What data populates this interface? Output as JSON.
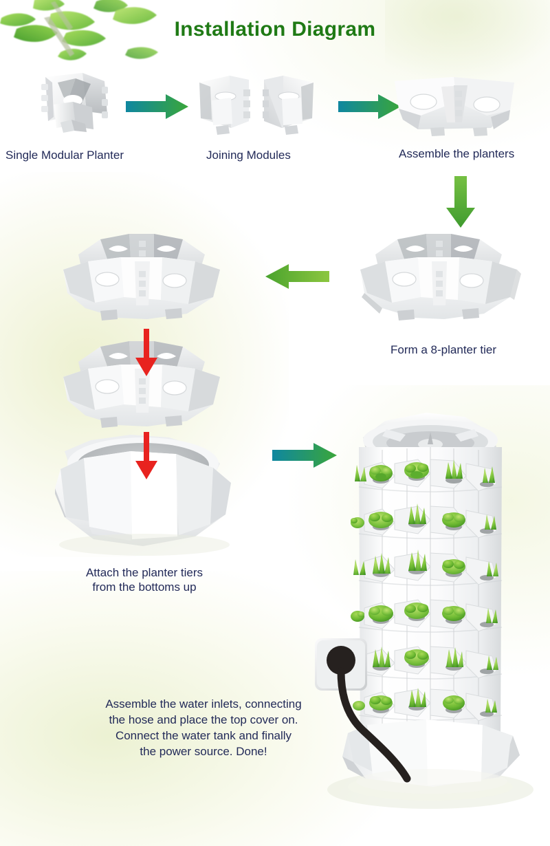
{
  "page": {
    "title": "Installation Diagram",
    "title_color": "#1f7a15",
    "text_color": "#222a58",
    "background_color": "#ffffff",
    "background_tint_color": "#eef2ce"
  },
  "steps": [
    {
      "id": "step-1",
      "label": "Single Modular Planter",
      "image": "single-modular-planter"
    },
    {
      "id": "step-2",
      "label": "Joining Modules",
      "image": "two-modules-joining"
    },
    {
      "id": "step-3",
      "label": "Assemble the planters",
      "image": "assembled-planter-pair"
    },
    {
      "id": "step-4",
      "label": "Form a 8-planter tier",
      "image": "eight-planter-tier-ring"
    },
    {
      "id": "step-5",
      "label": "Attach the planter tiers\nfrom the bottoms up",
      "line1": "Attach the planter tiers",
      "line2": "from the bottoms up",
      "image": "stacked-tiers-with-base"
    },
    {
      "id": "step-6",
      "line1": "Assemble the water inlets, connecting",
      "line2": "the hose and place the top cover on.",
      "line3": "Connect the water tank and finally",
      "line4": "the power source. Done!",
      "image": "finished-tower-with-plants"
    }
  ],
  "arrows": [
    {
      "id": "arrow-1",
      "direction": "right",
      "color_from": "#0f87a0",
      "color_to": "#3aa63a"
    },
    {
      "id": "arrow-2",
      "direction": "right",
      "color_from": "#0f87a0",
      "color_to": "#3aa63a"
    },
    {
      "id": "arrow-3",
      "direction": "down",
      "color_from": "#76c043",
      "color_to": "#3f9b2f"
    },
    {
      "id": "arrow-4",
      "direction": "left",
      "color_from": "#8cc63f",
      "color_to": "#4aa32e"
    },
    {
      "id": "arrow-5",
      "direction": "down",
      "color_from": "#e8231f",
      "color_to": "#e8231f"
    },
    {
      "id": "arrow-6",
      "direction": "down",
      "color_from": "#e8231f",
      "color_to": "#e8231f"
    },
    {
      "id": "arrow-7",
      "direction": "right",
      "color_from": "#0f87a0",
      "color_to": "#3aa63a"
    }
  ],
  "icons": {
    "power_outlet": "power-outlet-icon",
    "plug": "plug-icon",
    "cable": "power-cable"
  },
  "product": {
    "name": "hydroponic tower garden",
    "body_color": "#ffffff",
    "shade_color": "#d9dcdd",
    "plant_color": "#67b52e"
  }
}
